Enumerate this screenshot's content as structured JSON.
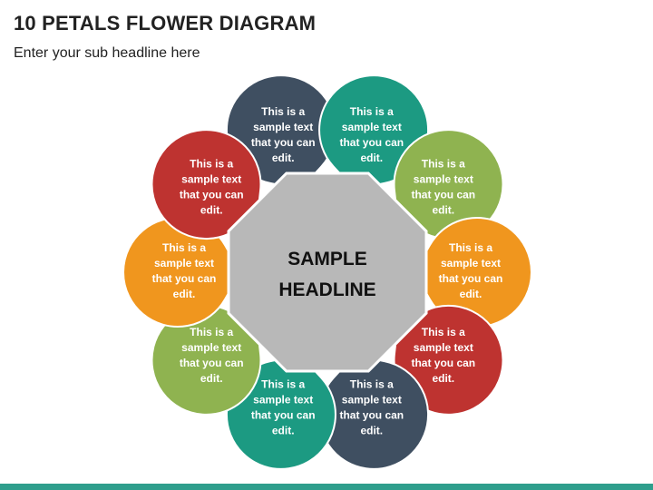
{
  "header": {
    "title": "10 PETALS FLOWER DIAGRAM",
    "subtitle": "Enter your sub headline here"
  },
  "center": {
    "lines": [
      "SAMPLE",
      "HEADLINE"
    ],
    "fill": "#b8b8b8",
    "stroke": "#ffffff"
  },
  "petals": [
    {
      "color": "#3f4f61",
      "lines": [
        "This is a",
        "sample text",
        "that you can",
        "edit."
      ]
    },
    {
      "color": "#1c9a82",
      "lines": [
        "This is a",
        "sample text",
        "that you can",
        "edit."
      ]
    },
    {
      "color": "#8fb350",
      "lines": [
        "This is a",
        "sample text",
        "that you can",
        "edit."
      ]
    },
    {
      "color": "#f0961e",
      "lines": [
        "This is a",
        "sample text",
        "that you can",
        "edit."
      ]
    },
    {
      "color": "#be3330",
      "lines": [
        "This is a",
        "sample text",
        "that you can",
        "edit."
      ]
    },
    {
      "color": "#3f4f61",
      "lines": [
        "This is a",
        "sample text",
        "that you can",
        "edit."
      ]
    },
    {
      "color": "#1c9a82",
      "lines": [
        "This is a",
        "sample text",
        "that you can",
        "edit."
      ]
    },
    {
      "color": "#8fb350",
      "lines": [
        "This is a",
        "sample text",
        "that you can",
        "edit."
      ]
    },
    {
      "color": "#f0961e",
      "lines": [
        "This is a",
        "sample text",
        "that you can",
        "edit."
      ]
    },
    {
      "color": "#be3330",
      "lines": [
        "This is a",
        "sample text",
        "that you can",
        "edit."
      ]
    }
  ],
  "footer_color": "#2e9e8c"
}
